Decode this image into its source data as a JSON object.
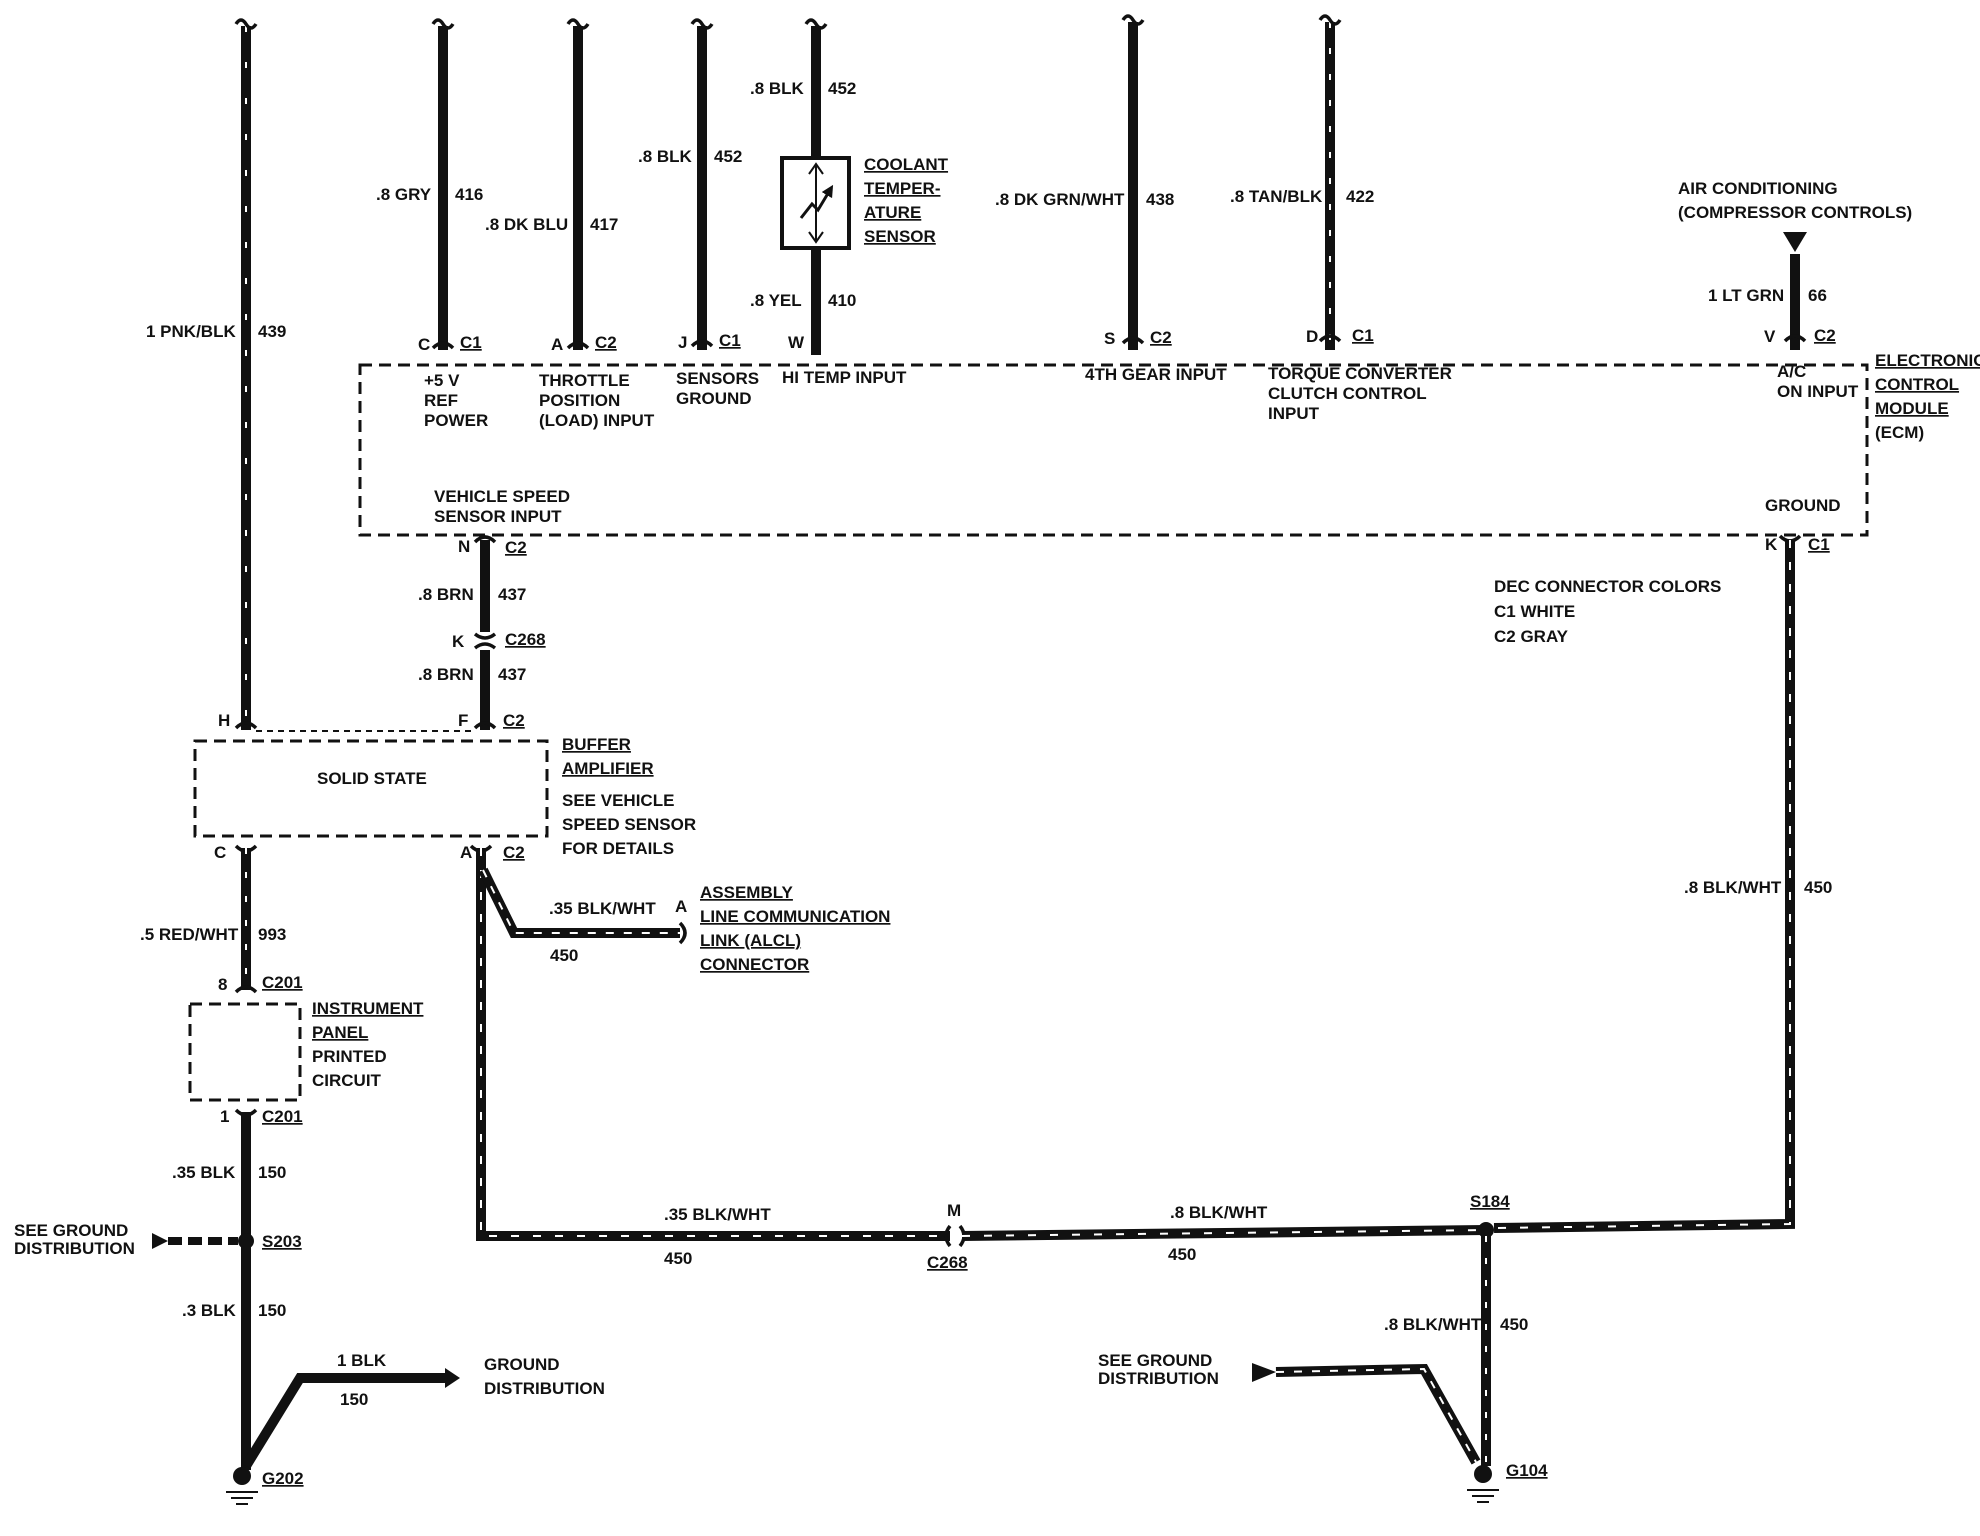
{
  "colors": {
    "ink": "#111111",
    "paper": "#ffffff"
  },
  "ecm": {
    "title_lines": [
      "ELECTRONIC",
      "CONTROL",
      "MODULE",
      "(ECM)"
    ],
    "pins": {
      "ref_power": [
        "+5 V",
        "REF",
        "POWER"
      ],
      "throttle": [
        "THROTTLE",
        "POSITION",
        "(LOAD) INPUT"
      ],
      "sensors_ground": [
        "SENSORS",
        "GROUND"
      ],
      "hi_temp": "HI TEMP INPUT",
      "fourth_gear": "4TH GEAR INPUT",
      "tcc": [
        "TORQUE CONVERTER",
        "CLUTCH CONTROL",
        "INPUT"
      ],
      "ac_on": [
        "A/C",
        "ON INPUT"
      ],
      "vss": [
        "VEHICLE SPEED",
        "SENSOR INPUT"
      ],
      "ground": "GROUND"
    }
  },
  "wires": {
    "w439": {
      "gauge": "1 PNK/BLK",
      "circuit": "439"
    },
    "w416": {
      "gauge": ".8 GRY",
      "circuit": "416"
    },
    "w417": {
      "gauge": ".8 DK BLU",
      "circuit": "417"
    },
    "w452a": {
      "gauge": ".8 BLK",
      "circuit": "452"
    },
    "w452b": {
      "gauge": ".8 BLK",
      "circuit": "452"
    },
    "w410": {
      "gauge": ".8 YEL",
      "circuit": "410"
    },
    "w438": {
      "gauge": ".8 DK GRN/WHT",
      "circuit": "438"
    },
    "w422": {
      "gauge": ".8 TAN/BLK",
      "circuit": "422"
    },
    "w66": {
      "gauge": "1 LT GRN",
      "circuit": "66"
    },
    "w437a": {
      "gauge": ".8 BRN",
      "circuit": "437"
    },
    "w437b": {
      "gauge": ".8 BRN",
      "circuit": "437"
    },
    "w993": {
      "gauge": ".5 RED/WHT",
      "circuit": "993"
    },
    "w450_alcl": {
      "gauge": ".35 BLK/WHT",
      "circuit": "450"
    },
    "w450_right": {
      "gauge": ".8 BLK/WHT",
      "circuit": "450"
    },
    "w450_bottom_left": {
      "gauge": ".35 BLK/WHT",
      "circuit": "450"
    },
    "w450_bottom_mid": {
      "gauge": ".8 BLK/WHT",
      "circuit": "450"
    },
    "w450_ground": {
      "gauge": ".8 BLK/WHT",
      "circuit": "450"
    },
    "w150a": {
      "gauge": ".35 BLK",
      "circuit": "150"
    },
    "w150b": {
      "gauge": ".3 BLK",
      "circuit": "150"
    },
    "w150c": {
      "gauge": "1 BLK",
      "circuit": "150"
    }
  },
  "pins": {
    "c_c1": {
      "pin": "C",
      "conn": "C1"
    },
    "a_c2": {
      "pin": "A",
      "conn": "C2"
    },
    "j_c1": {
      "pin": "J",
      "conn": "C1"
    },
    "w": {
      "pin": "W"
    },
    "s_c2": {
      "pin": "S",
      "conn": "C2"
    },
    "d_c1": {
      "pin": "D",
      "conn": "C1"
    },
    "v_c2": {
      "pin": "V",
      "conn": "C2"
    },
    "n_c2": {
      "pin": "N",
      "conn": "C2"
    },
    "k_c268": {
      "pin": "K",
      "conn": "C268"
    },
    "h": {
      "pin": "H"
    },
    "f_c2": {
      "pin": "F",
      "conn": "C2"
    },
    "k_c1": {
      "pin": "K",
      "conn": "C1"
    },
    "c_buf": {
      "pin": "C"
    },
    "a_c2_buf": {
      "pin": "A",
      "conn": "C2"
    },
    "c201_top": {
      "pin": "8",
      "conn": "C201"
    },
    "c201_bot": {
      "pin": "1",
      "conn": "C201"
    },
    "alcl_a": {
      "pin": "A"
    },
    "m_c268": {
      "pin": "M",
      "conn": "C268"
    }
  },
  "components": {
    "coolant_sensor": [
      "COOLANT",
      "TEMPER-",
      "ATURE",
      "SENSOR"
    ],
    "air_conditioning": [
      "AIR CONDITIONING",
      "(COMPRESSOR CONTROLS)"
    ],
    "buffer_amp": {
      "inside": "SOLID STATE",
      "title": [
        "BUFFER",
        "AMPLIFIER"
      ],
      "note": [
        "SEE VEHICLE",
        "SPEED SENSOR",
        "FOR DETAILS"
      ]
    },
    "alcl": [
      "ASSEMBLY",
      "LINE COMMUNICATION",
      "LINK (ALCL)",
      "CONNECTOR"
    ],
    "ipc": [
      "INSTRUMENT",
      "PANEL",
      "PRINTED",
      "CIRCUIT"
    ],
    "connector_colors": [
      "DEC CONNECTOR COLORS",
      "C1 WHITE",
      "C2 GRAY"
    ]
  },
  "splices": {
    "s203": "S203",
    "s184": "S184"
  },
  "grounds": {
    "g202": "G202",
    "g104": "G104",
    "see_ground_left": [
      "SEE GROUND",
      "DISTRIBUTION"
    ],
    "ground_dist": [
      "GROUND",
      "DISTRIBUTION"
    ],
    "see_ground_right": [
      "SEE GROUND",
      "DISTRIBUTION"
    ]
  }
}
